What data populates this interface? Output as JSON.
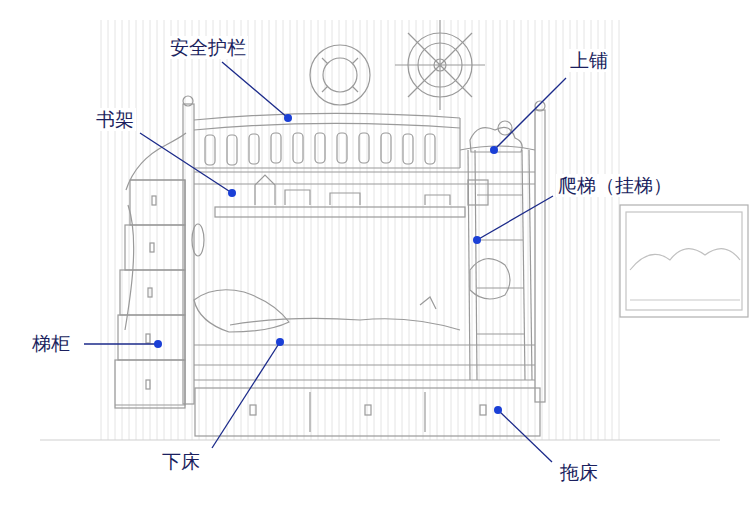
{
  "diagram": {
    "labels": [
      "安全护栏",
      "上铺",
      "书架",
      "爬梯（挂梯）",
      "梯柜",
      "下床",
      "拖床"
    ]
  }
}
